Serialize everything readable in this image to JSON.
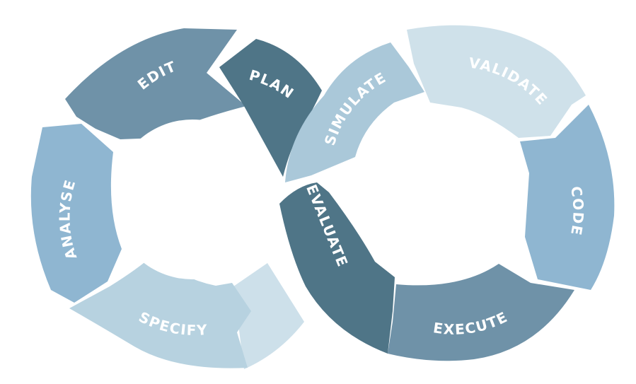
{
  "diagram": {
    "stages": {
      "edit": {
        "label": "EDIT",
        "color": "#6f92a8"
      },
      "plan": {
        "label": "PLAN",
        "color": "#4f7587"
      },
      "simulate": {
        "label": "SIMULATE",
        "color": "#aac8d9"
      },
      "validate": {
        "label": "VALIDATE",
        "color": "#cfe1ea"
      },
      "code": {
        "label": "CODE",
        "color": "#8fb6d1"
      },
      "execute": {
        "label": "EXECUTE",
        "color": "#6f92a8"
      },
      "evaluate": {
        "label": "EVALUATE",
        "color": "#4f7587"
      },
      "specify": {
        "label": "SPECIFY",
        "color": "#b7d2e0"
      },
      "analyse": {
        "label": "ANALYSE",
        "color": "#8fb6d1"
      }
    },
    "connector_color": "#cde0ea"
  }
}
